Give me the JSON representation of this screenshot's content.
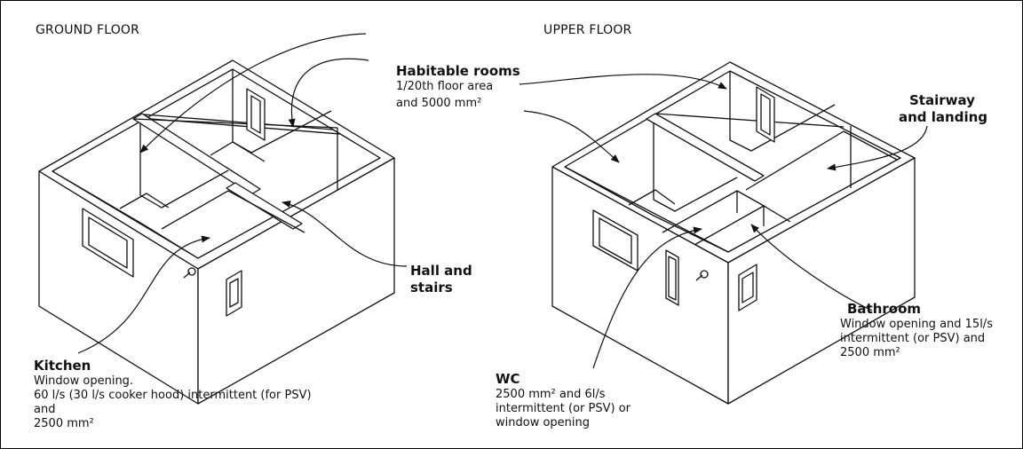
{
  "floors": {
    "ground": "GROUND FLOOR",
    "upper": "UPPER FLOOR"
  },
  "labels": {
    "habitable": {
      "title": "Habitable rooms",
      "lines": [
        "1/20th floor area",
        "and 5000 mm²"
      ]
    },
    "stairway": {
      "title_lines": [
        "Stairway",
        "and landing"
      ]
    },
    "hall": {
      "title_lines": [
        "Hall and",
        "stairs"
      ]
    },
    "bathroom": {
      "title": "Bathroom",
      "lines": [
        "Window opening and 15l/s",
        "intermittent (or PSV) and",
        "2500 mm²"
      ]
    },
    "kitchen": {
      "title": "Kitchen",
      "lines": [
        "Window opening.",
        "60 l/s (30 l/s cooker hood) intermittent (for PSV)",
        "and",
        "2500 mm²"
      ]
    },
    "wc": {
      "title": "WC",
      "lines": [
        "2500 mm² and 6l/s",
        "intermittent (or PSV) or",
        "window opening"
      ]
    }
  }
}
